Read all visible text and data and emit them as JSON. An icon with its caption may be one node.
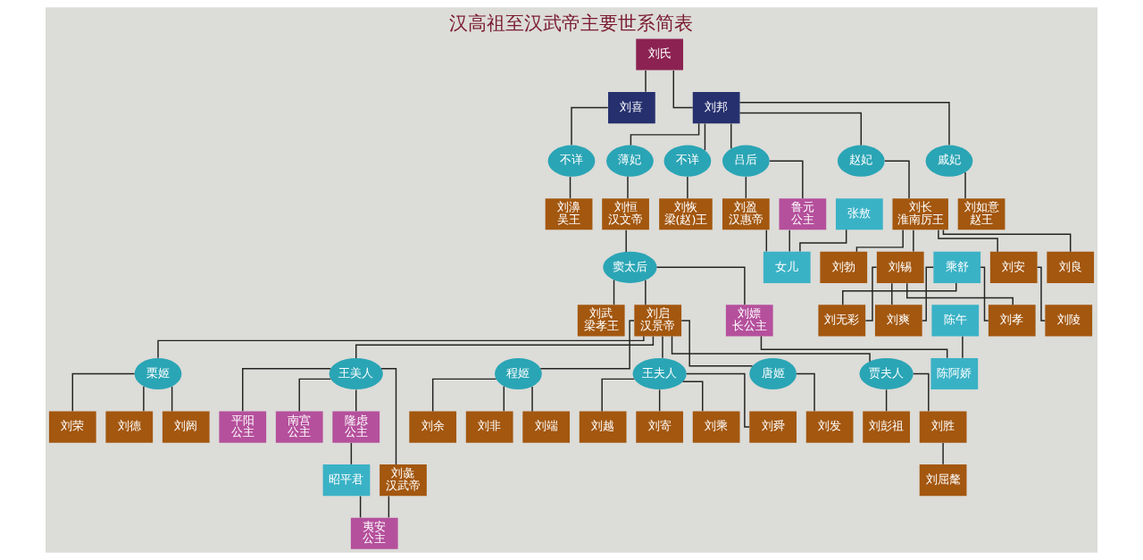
{
  "diagram": {
    "title": "汉高祖至汉武帝主要世系简表",
    "nodes": [
      {
        "text": [
          "刘氏"
        ]
      },
      {
        "text": [
          "刘喜"
        ]
      },
      {
        "text": [
          "刘邦"
        ]
      },
      {
        "text": [
          "不详"
        ]
      },
      {
        "text": [
          "吕后"
        ]
      },
      {
        "text": [
          "赵妃"
        ]
      },
      {
        "text": [
          "戚妃"
        ]
      },
      {
        "text": [
          "薄妃"
        ]
      },
      {
        "text": [
          "不详"
        ]
      },
      {
        "text": [
          "刘濞",
          "吴王"
        ]
      },
      {
        "text": [
          "刘盈",
          "汉惠帝"
        ]
      },
      {
        "text": [
          "鲁元",
          "公主"
        ]
      },
      {
        "text": [
          "张敖"
        ]
      },
      {
        "text": [
          "刘长",
          "淮南厉王"
        ]
      },
      {
        "text": [
          "刘如意",
          "赵王"
        ]
      },
      {
        "text": [
          "刘恒",
          "汉文帝"
        ]
      },
      {
        "text": [
          "刘恢",
          "梁(赵)王"
        ]
      },
      {
        "text": [
          "女儿"
        ]
      },
      {
        "text": [
          "窦太后"
        ]
      },
      {
        "text": [
          "刘安"
        ]
      },
      {
        "text": [
          "刘勃"
        ]
      },
      {
        "text": [
          "刘锡"
        ]
      },
      {
        "text": [
          "乘舒"
        ]
      },
      {
        "text": [
          "刘良"
        ]
      },
      {
        "text": [
          "刘嫖",
          "长公主"
        ]
      },
      {
        "text": [
          "陈午"
        ]
      },
      {
        "text": [
          "刘启",
          "汉景帝"
        ]
      },
      {
        "text": [
          "刘武",
          "梁孝王"
        ]
      },
      {
        "text": [
          "刘陵"
        ]
      },
      {
        "text": [
          "刘爽"
        ]
      },
      {
        "text": [
          "刘孝"
        ]
      },
      {
        "text": [
          "刘无彩"
        ]
      },
      {
        "text": [
          "陈阿娇"
        ]
      },
      {
        "text": [
          "唐姬"
        ]
      },
      {
        "text": [
          "贾夫人"
        ]
      },
      {
        "text": [
          "栗姬"
        ]
      },
      {
        "text": [
          "王美人"
        ]
      },
      {
        "text": [
          "程姬"
        ]
      },
      {
        "text": [
          "王夫人"
        ]
      },
      {
        "text": [
          "刘发"
        ]
      },
      {
        "text": [
          "刘彭祖"
        ]
      },
      {
        "text": [
          "刘胜"
        ]
      },
      {
        "text": [
          "刘荣"
        ]
      },
      {
        "text": [
          "刘德"
        ]
      },
      {
        "text": [
          "刘阏"
        ]
      },
      {
        "text": [
          "平阳",
          "公主"
        ]
      },
      {
        "text": [
          "南宫",
          "公主"
        ]
      },
      {
        "text": [
          "隆虑",
          "公主"
        ]
      },
      {
        "text": [
          "刘彘",
          "汉武帝"
        ]
      },
      {
        "text": [
          "刘余"
        ]
      },
      {
        "text": [
          "刘非"
        ]
      },
      {
        "text": [
          "刘端"
        ]
      },
      {
        "text": [
          "刘越"
        ]
      },
      {
        "text": [
          "刘寄"
        ]
      },
      {
        "text": [
          "刘乘"
        ]
      },
      {
        "text": [
          "刘舜"
        ]
      },
      {
        "text": [
          "刘屈氂"
        ]
      },
      {
        "text": [
          "昭平君"
        ]
      },
      {
        "text": [
          "夷安",
          "公主"
        ]
      }
    ],
    "edges": [
      {
        "from": 0,
        "to": 1,
        "arrow": "none"
      },
      {
        "from": 0,
        "to": 2,
        "arrow": "none"
      },
      {
        "from": 1,
        "to": 3,
        "arrow": "none"
      },
      {
        "from": 2,
        "to": 4,
        "arrow": "none"
      },
      {
        "from": 2,
        "to": 5,
        "arrow": "none"
      },
      {
        "from": 2,
        "to": 6,
        "arrow": "none"
      },
      {
        "from": 2,
        "to": 7,
        "arrow": "none"
      },
      {
        "from": 2,
        "to": 8,
        "arrow": "none"
      },
      {
        "from": 3,
        "to": 9,
        "arrow": "none"
      },
      {
        "from": 4,
        "to": 10,
        "arrow": "none"
      },
      {
        "from": 4,
        "to": 11,
        "arrow": "none"
      },
      {
        "from": 5,
        "to": 13,
        "arrow": "none"
      },
      {
        "from": 6,
        "to": 14,
        "arrow": "none"
      },
      {
        "from": 7,
        "to": 15,
        "arrow": "none"
      },
      {
        "from": 8,
        "to": 16,
        "arrow": "none"
      },
      {
        "from": 11,
        "to": 17,
        "arrow": "none"
      },
      {
        "from": 12,
        "to": 17,
        "arrow": "none"
      },
      {
        "from": 10,
        "to": 17,
        "arrow": "none"
      },
      {
        "from": 15,
        "to": 18,
        "arrow": "none"
      },
      {
        "from": 13,
        "to": 19,
        "arrow": "none"
      },
      {
        "from": 13,
        "to": 20,
        "arrow": "none"
      },
      {
        "from": 13,
        "to": 21,
        "arrow": "none"
      },
      {
        "from": 13,
        "to": 23,
        "arrow": "none"
      },
      {
        "from": 18,
        "to": 24,
        "arrow": "none"
      },
      {
        "from": 18,
        "to": 26,
        "arrow": "none"
      },
      {
        "from": 18,
        "to": 27,
        "arrow": "none"
      },
      {
        "from": 19,
        "to": 28,
        "arrow": "none"
      },
      {
        "from": 21,
        "to": 29,
        "arrow": "none"
      },
      {
        "from": 21,
        "to": 30,
        "arrow": "none"
      },
      {
        "from": 21,
        "to": 31,
        "arrow": "none"
      },
      {
        "from": 22,
        "to": 29,
        "arrow": "none"
      },
      {
        "from": 22,
        "to": 30,
        "arrow": "none"
      },
      {
        "from": 22,
        "to": 31,
        "arrow": "none"
      },
      {
        "from": 24,
        "to": 32,
        "arrow": "none"
      },
      {
        "from": 25,
        "to": 32,
        "arrow": "none"
      },
      {
        "from": 26,
        "to": 33,
        "arrow": "none"
      },
      {
        "from": 26,
        "to": 34,
        "arrow": "none"
      },
      {
        "from": 26,
        "to": 35,
        "arrow": "none"
      },
      {
        "from": 26,
        "to": 36,
        "arrow": "none"
      },
      {
        "from": 26,
        "to": 37,
        "arrow": "none"
      },
      {
        "from": 26,
        "to": 38,
        "arrow": "none"
      },
      {
        "from": 33,
        "to": 39,
        "arrow": "none"
      },
      {
        "from": 34,
        "to": 40,
        "arrow": "none"
      },
      {
        "from": 34,
        "to": 41,
        "arrow": "none"
      },
      {
        "from": 35,
        "to": 42,
        "arrow": "none"
      },
      {
        "from": 35,
        "to": 43,
        "arrow": "none"
      },
      {
        "from": 35,
        "to": 44,
        "arrow": "none"
      },
      {
        "from": 36,
        "to": 45,
        "arrow": "none"
      },
      {
        "from": 36,
        "to": 46,
        "arrow": "none"
      },
      {
        "from": 36,
        "to": 47,
        "arrow": "none"
      },
      {
        "from": 36,
        "to": 48,
        "arrow": "none"
      },
      {
        "from": 37,
        "to": 49,
        "arrow": "none"
      },
      {
        "from": 37,
        "to": 50,
        "arrow": "none"
      },
      {
        "from": 37,
        "to": 51,
        "arrow": "none"
      },
      {
        "from": 38,
        "to": 52,
        "arrow": "none"
      },
      {
        "from": 38,
        "to": 53,
        "arrow": "none"
      },
      {
        "from": 38,
        "to": 54,
        "arrow": "none"
      },
      {
        "from": 38,
        "to": 55,
        "arrow": "none"
      },
      {
        "from": 41,
        "to": 56,
        "arrow": "none"
      },
      {
        "from": 47,
        "to": 57,
        "arrow": "none"
      },
      {
        "from": 48,
        "to": 58,
        "arrow": "none"
      },
      {
        "from": 57,
        "to": 58,
        "arrow": "none"
      }
    ]
  }
}
